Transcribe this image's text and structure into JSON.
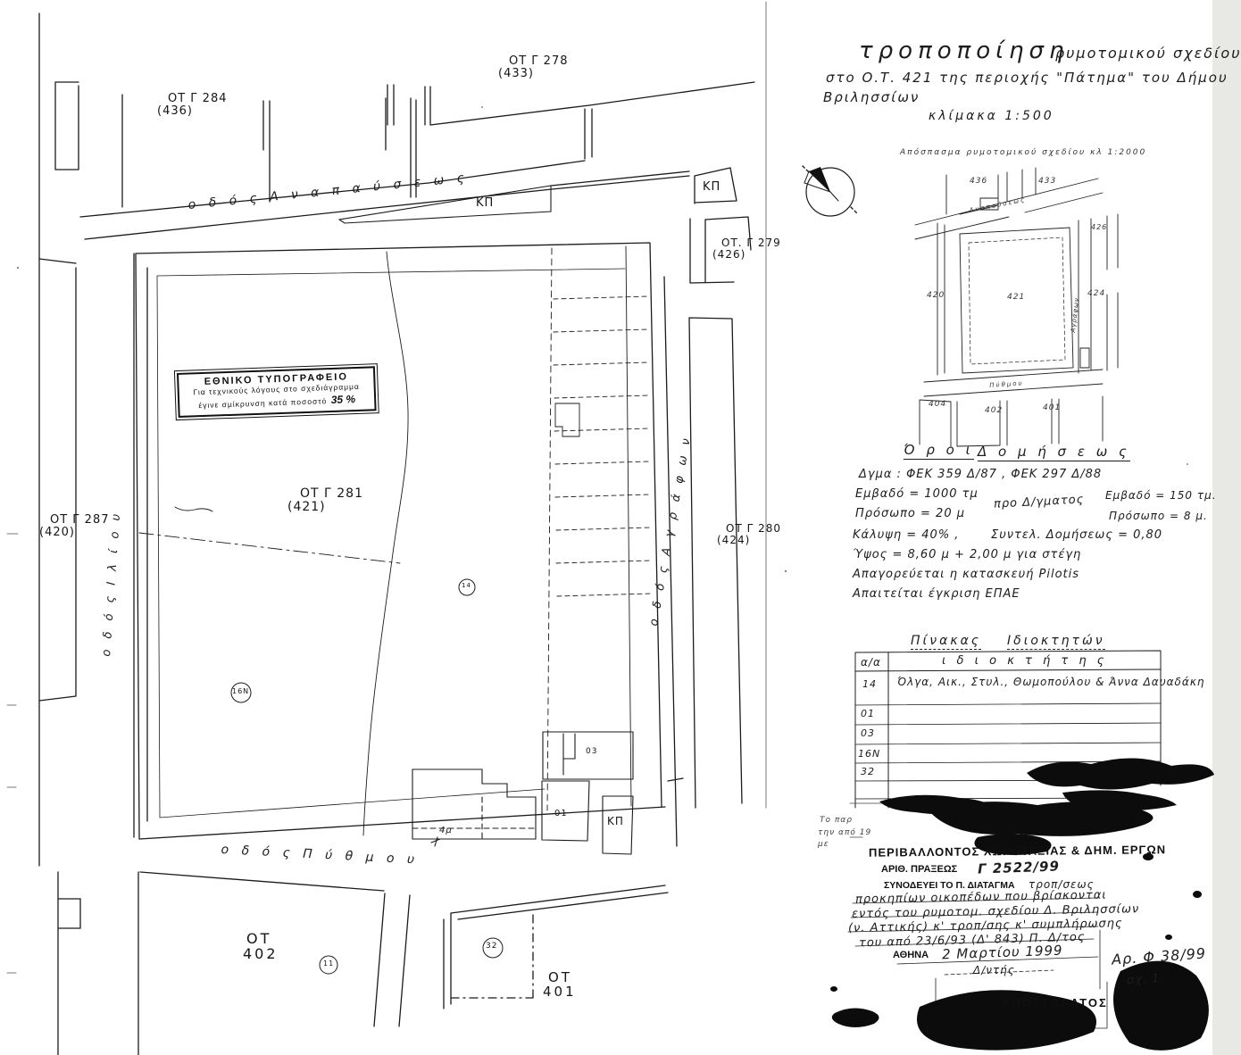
{
  "header": {
    "title_big": "τροποποίηση",
    "title_rest": "ρυμοτομικού σχεδίου",
    "title_line2": "στο Ο.Τ. 421  της περιοχής  \"Πάτημα\"  του Δήμου",
    "title_line3": "Βριλησσίων",
    "scale": "κλίμακα  1:500"
  },
  "press_stamp": {
    "line1": "ΕΘΝΙΚΟ ΤΥΠΟΓΡΑΦΕΙΟ",
    "line2": "Για τεχνικούς λόγους στο σχεδιάγραμμα",
    "line3": "έγινε σμίκρυνση κατά ποσοστό",
    "percent": "35 %"
  },
  "map": {
    "streets": {
      "top": "ο δ ό ς     Α ν α π α ύ σ ε ω ς",
      "left": "ο δ ό ς    Ι λ ί ο υ",
      "right": "ο δ ό ς    Α γ ρ ά φ ω ν",
      "bottom": "ο δ ό ς     Π ύ θ μ ο υ"
    },
    "blocks": {
      "g284": {
        "ot": "ΟΤ Γ 284",
        "num": "(436)"
      },
      "g278": {
        "ot": "ΟΤ Γ 278",
        "num": "(433)"
      },
      "g279": {
        "ot": "ΟΤ. Γ 279",
        "num": "(426)"
      },
      "g287": {
        "ot": "ΟΤ Γ 287",
        "num": "(420)"
      },
      "g280": {
        "ot": "ΟΤ Γ 280",
        "num": "(424)"
      },
      "g281": {
        "ot": "ΟΤ Γ 281",
        "num": "(421)"
      },
      "b402": {
        "ot": "ΟΤ",
        "num": "402"
      },
      "b401": {
        "ot": "ΟΤ",
        "num": "401"
      }
    },
    "kp": "ΚΠ",
    "parcels": {
      "p03": "03",
      "p01": "01"
    },
    "circles": {
      "c14": "14",
      "c16n": "16Ν",
      "c11": "11",
      "c32": "32"
    },
    "dim_4m": "4μ"
  },
  "inset": {
    "title": "Απόσπασμα ρυμοτομικού σχεδίου   κλ 1:2000",
    "labels": {
      "b436": "436",
      "b433": "433",
      "b426": "426",
      "b421": "421",
      "b420": "420",
      "b424": "424",
      "b404": "404",
      "b402": "402",
      "b401": "401"
    },
    "streets": {
      "top": "Αναπαύσεως",
      "right": "Αγράφων",
      "bottom": "Πύθμου"
    }
  },
  "terms": {
    "heading_w1": "Ό ρ ο ι",
    "heading_w2": "Δ ο μ ή σ ε ω ς",
    "decree": "Δγμα :  ΦΕΚ 359 Δ/87  ,  ΦΕΚ 297 Δ/88",
    "left1": "Εμβαδό  =  1000 τμ",
    "left2": "Πρόσωπο  =  20 μ",
    "middle": "προ Δ/γματος",
    "right1": "Εμβαδό = 150 τμ.",
    "right2": "Πρόσωπο = 8 μ.",
    "coverage": "Κάλυψη  =  40% ,",
    "coefficient": "Συντελ. Δομήσεως = 0,80",
    "height_line": "Ύψος = 8,60 μ + 2,00 μ  για στέγη",
    "pilotis": "Απαγορεύεται  η  κατασκευή  Pilotis",
    "epae": "Απαιτείται  έγκριση  ΕΠΑΕ"
  },
  "owners": {
    "heading_w1": "Πίνακας",
    "heading_w2": "Ιδιοκτητών",
    "col_no": "α/α",
    "col_owner": "ι δ ι ο κ τ ή τ η ς",
    "rows": [
      {
        "no": "14",
        "owner": "Όλγα, Αικ., Στυλ., Θωμοπούλου & Άννα Δαυαδάκη"
      },
      {
        "no": "01",
        "owner": ""
      },
      {
        "no": "03",
        "owner": ""
      },
      {
        "no": "16Ν",
        "owner": ""
      },
      {
        "no": "32",
        "owner": ""
      }
    ]
  },
  "approval": {
    "frag1": "Το παρ",
    "frag2": "την από 19",
    "frag3": "με",
    "ministry": "ΠΕΡΙΒΑΛΛΟΝΤΟΣ  ΧΩΡΟΤΑΞΙΑΣ  &  ΔΗΜ.  ΕΡΓΩΝ",
    "praxis_label": "ΑΡΙΘ. ΠΡΑΞΕΩΣ",
    "praxis_no": "Γ 2522/99",
    "accompanies": "ΣΥΝΟΔΕΥΕΙ ΤΟ Π. ΔΙΑΤΑΓΜΑ",
    "hand0": "τροπ/σεως",
    "hand1": "προκηπίων οικοπέδων που βρίσκονται",
    "hand2": "εντός του ρυμοτομ. σχεδίου Δ. Βριλησσίων",
    "hand3": "(ν. Αττικής) κ' τροπ/σης κ' συμπλήρωσης",
    "hand4": "του από 23/6/93 (Δ' 843) Π. Δ/τος",
    "city": "ΑΘΗΝΑ",
    "date_hand": "2  Μαρτίου  1999",
    "director": "Δ/ντής",
    "signer": "ΑΠΟΣΤΟΛΑΤΟΣ",
    "file_no": "Αρ. Φ 38/99",
    "sheet": "σχ. 1"
  },
  "colors": {
    "ink": "#1b1b1b",
    "paper": "#ffffff"
  }
}
